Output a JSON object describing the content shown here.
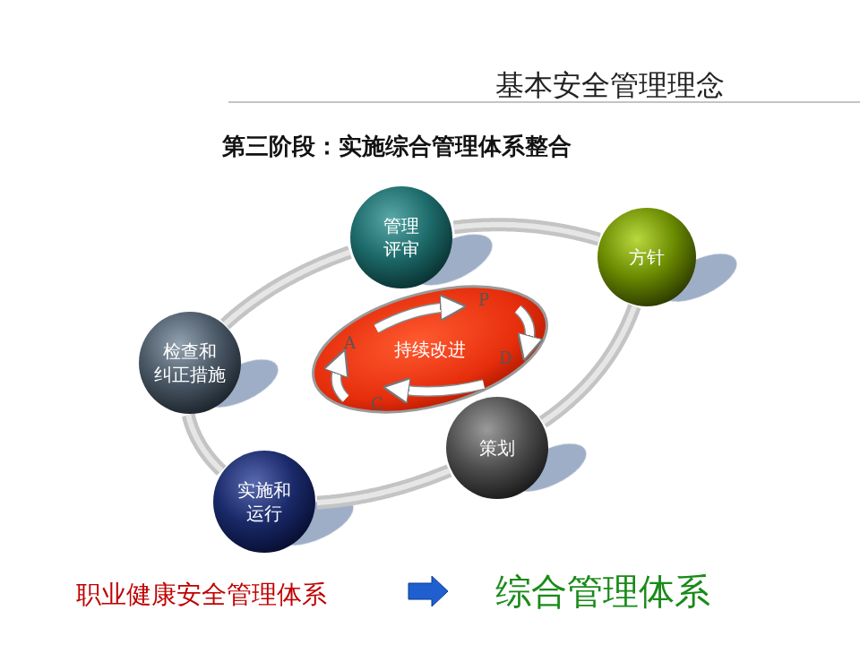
{
  "diagram": {
    "title": "基本安全管理理念",
    "nodes": [
      {
        "text": [
          "管理 评审"
        ]
      },
      {
        "text": [
          "方针"
        ]
      },
      {
        "text": [
          "检查和 纠正措施"
        ]
      },
      {
        "text": [
          "持续改进"
        ]
      },
      {
        "text": [
          "策划"
        ]
      },
      {
        "text": [
          "实施和 运行"
        ]
      }
    ],
    "edges": [
      {
        "from": 0,
        "to": 1,
        "arrow": "none"
      },
      {
        "from": 1,
        "to": 4,
        "arrow": "none"
      },
      {
        "from": 4,
        "to": 5,
        "arrow": "none"
      },
      {
        "from": 5,
        "to": 2,
        "arrow": "none"
      },
      {
        "from": 2,
        "to": 0,
        "arrow": "none"
      }
    ],
    "labels": [
      "第三阶段：实施综合管理体系整合",
      "P",
      "D",
      "C",
      "A",
      "职业健康安全管理体系",
      "综合管理体系"
    ]
  }
}
